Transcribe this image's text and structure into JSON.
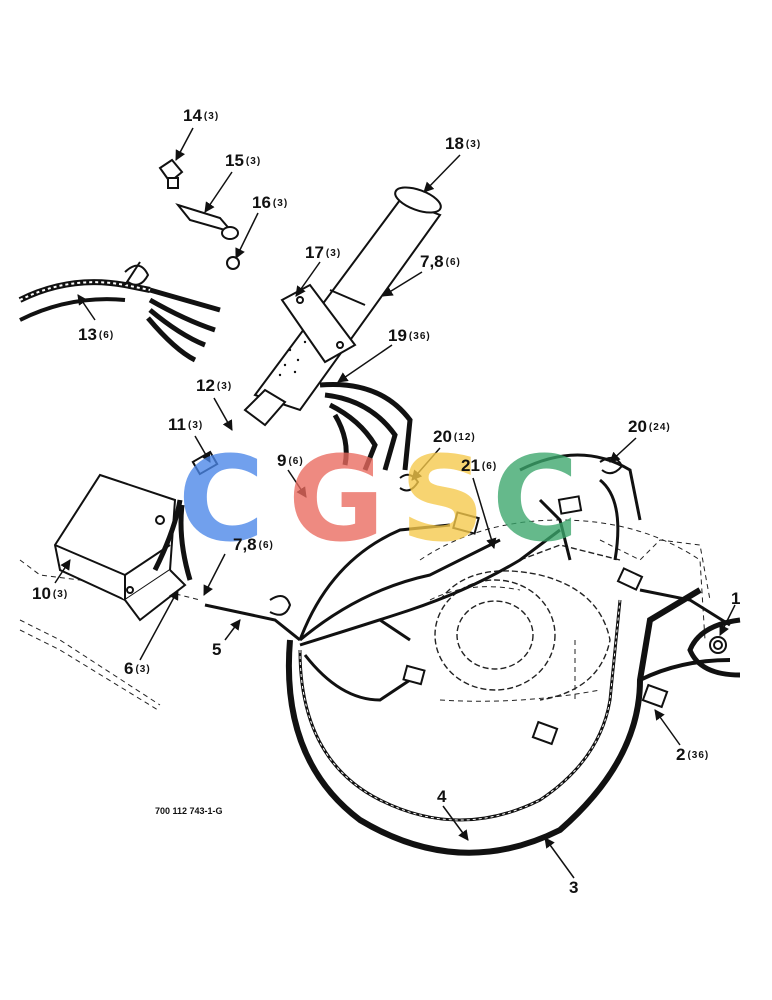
{
  "callouts": [
    {
      "id": "c14",
      "num": "14",
      "qty": "(3)"
    },
    {
      "id": "c15",
      "num": "15",
      "qty": "(3)"
    },
    {
      "id": "c16",
      "num": "16",
      "qty": "(3)"
    },
    {
      "id": "c18",
      "num": "18",
      "qty": "(3)"
    },
    {
      "id": "c17",
      "num": "17",
      "qty": "(3)"
    },
    {
      "id": "c78a",
      "num": "7,8",
      "qty": "(6)"
    },
    {
      "id": "c13",
      "num": "13",
      "qty": "(6)"
    },
    {
      "id": "c19",
      "num": "19",
      "qty": "(36)"
    },
    {
      "id": "c12",
      "num": "12",
      "qty": "(3)"
    },
    {
      "id": "c11",
      "num": "11",
      "qty": "(3)"
    },
    {
      "id": "c20a",
      "num": "20",
      "qty": "(12)"
    },
    {
      "id": "c20b",
      "num": "20",
      "qty": "(24)"
    },
    {
      "id": "c9",
      "num": "9",
      "qty": "(6)"
    },
    {
      "id": "c21",
      "num": "21",
      "qty": "(6)"
    },
    {
      "id": "c10",
      "num": "10",
      "qty": "(3)"
    },
    {
      "id": "c78b",
      "num": "7,8",
      "qty": "(6)"
    },
    {
      "id": "c6",
      "num": "6",
      "qty": "(3)"
    },
    {
      "id": "c5",
      "num": "5",
      "qty": ""
    },
    {
      "id": "c1",
      "num": "1",
      "qty": ""
    },
    {
      "id": "c2",
      "num": "2",
      "qty": "(36)"
    },
    {
      "id": "c4",
      "num": "4",
      "qty": ""
    },
    {
      "id": "c3",
      "num": "3",
      "qty": ""
    }
  ],
  "figure_id": "700 112 743-1-G",
  "watermark": {
    "letters": [
      "C",
      "G",
      "S",
      "C"
    ],
    "colors": [
      "#4a86e8",
      "#ea6a5e",
      "#f6c94a",
      "#3aa66b"
    ]
  }
}
